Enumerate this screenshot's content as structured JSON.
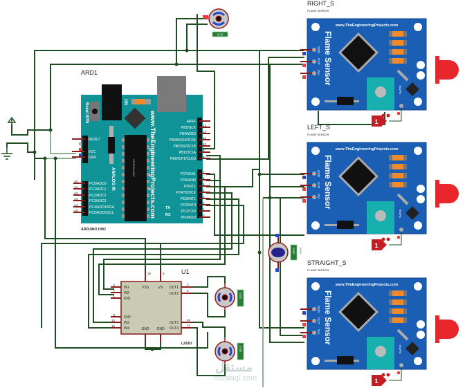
{
  "arduino": {
    "ref": "ARD1",
    "model": "ARDUINO UNO",
    "reset_btn": "Reset BTN",
    "on_label": "ON",
    "website": "www.TheEngineeringProjects.com",
    "analog_in": "ANALOG IN",
    "chip_text": "ATMEGA328P",
    "tx": "TX",
    "rx": "RX",
    "left_pins": [
      "RESET",
      "VCC",
      "GND"
    ],
    "analog_pins": [
      {
        "num": "A0",
        "name": "PC0/ADC0"
      },
      {
        "num": "A1",
        "name": "PC1/ADC1"
      },
      {
        "num": "A2",
        "name": "PC2/ADC2"
      },
      {
        "num": "A3",
        "name": "PC3/ADC3"
      },
      {
        "num": "A4",
        "name": "PC4/ADC4/SDA"
      },
      {
        "num": "A5",
        "name": "PC5/ADC5/SCL"
      }
    ],
    "digital_pins_top": [
      {
        "num": "",
        "name": "AREF"
      },
      {
        "num": "13",
        "name": "PB5/SCK"
      },
      {
        "num": "12",
        "name": "PB4/MISO"
      },
      {
        "num": "11",
        "name": "PB3/MOSI/OC2A"
      },
      {
        "num": "10",
        "name": "PB2/SS/OC1B"
      },
      {
        "num": "9",
        "name": "PB1/OC1A"
      },
      {
        "num": "8",
        "name": "PB0/ICP1/CLKO"
      }
    ],
    "digital_pins_bottom": [
      {
        "num": "7",
        "name": "PD7/AIN1"
      },
      {
        "num": "6",
        "name": "PD6/AIN0"
      },
      {
        "num": "5",
        "name": "PD5/T1"
      },
      {
        "num": "4",
        "name": "PD4/T0/XCK"
      },
      {
        "num": "3",
        "name": "PD3/INT1"
      },
      {
        "num": "2",
        "name": "PD2/INT0"
      },
      {
        "num": "1",
        "name": "PD1/TXD"
      },
      {
        "num": "0",
        "name": "PD0/RXD"
      }
    ]
  },
  "driver": {
    "ref": "U1",
    "part": "L293D",
    "left_pins": [
      {
        "num": "2",
        "name": "IN1"
      },
      {
        "num": "7",
        "name": "IN2"
      },
      {
        "num": "1",
        "name": "EN1"
      },
      {
        "num": "9",
        "name": "EN2"
      },
      {
        "num": "10",
        "name": "IN3"
      },
      {
        "num": "15",
        "name": "IN4"
      }
    ],
    "top_pins": [
      {
        "num": "16",
        "name": "VSS"
      },
      {
        "num": "8",
        "name": "VS"
      }
    ],
    "right_pins": [
      {
        "num": "3",
        "name": "OUT1"
      },
      {
        "num": "6",
        "name": "OUT2"
      },
      {
        "num": "11",
        "name": "OUT3"
      },
      {
        "num": "14",
        "name": "OUT4"
      }
    ],
    "bottom_pins": [
      "GND",
      "GND"
    ]
  },
  "sensors": [
    {
      "ref": "RIGHT_S",
      "type": "FLAME SENSOR",
      "title": "Flame Sensor",
      "website": "www.TheEngineeringProjects.com",
      "pins": [
        "GND",
        "OUT",
        "Vcc"
      ],
      "testpin": "TestPin",
      "logic_value": "1"
    },
    {
      "ref": "LEFT_S",
      "type": "FLAME SENSOR",
      "title": "Flame Sensor",
      "website": "www.TheEngineeringProjects.com",
      "pins": [
        "GND",
        "OUT",
        "Vcc"
      ],
      "testpin": "TestPin",
      "logic_value": "1"
    },
    {
      "ref": "STRAIGHT_S",
      "type": "FLAME SENSOR",
      "title": "Flame Sensor",
      "website": "www.TheEngineeringProjects.com",
      "pins": [
        "GND",
        "OUT",
        "Vcc"
      ],
      "testpin": "TestPin",
      "logic_value": "1"
    }
  ],
  "motors": [
    {
      "id": "servo-top",
      "readout": "0.00"
    },
    {
      "id": "motor-mid",
      "readout": "0.00",
      "unit": "RPM"
    },
    {
      "id": "motor-1",
      "readout": "0.00"
    },
    {
      "id": "motor-2",
      "readout": "0.00"
    }
  ],
  "watermark": {
    "arabic": "مستقل",
    "latin": "mostaql.com"
  },
  "colors": {
    "wire": "#1f4d22",
    "arduino_board": "#0f9396",
    "sensor_board": "#1a5fb4",
    "ic_body": "#c9cbb4",
    "led": "#e8262b",
    "pin_high": "#ff3b3b",
    "pin_low": "#2548c8"
  }
}
